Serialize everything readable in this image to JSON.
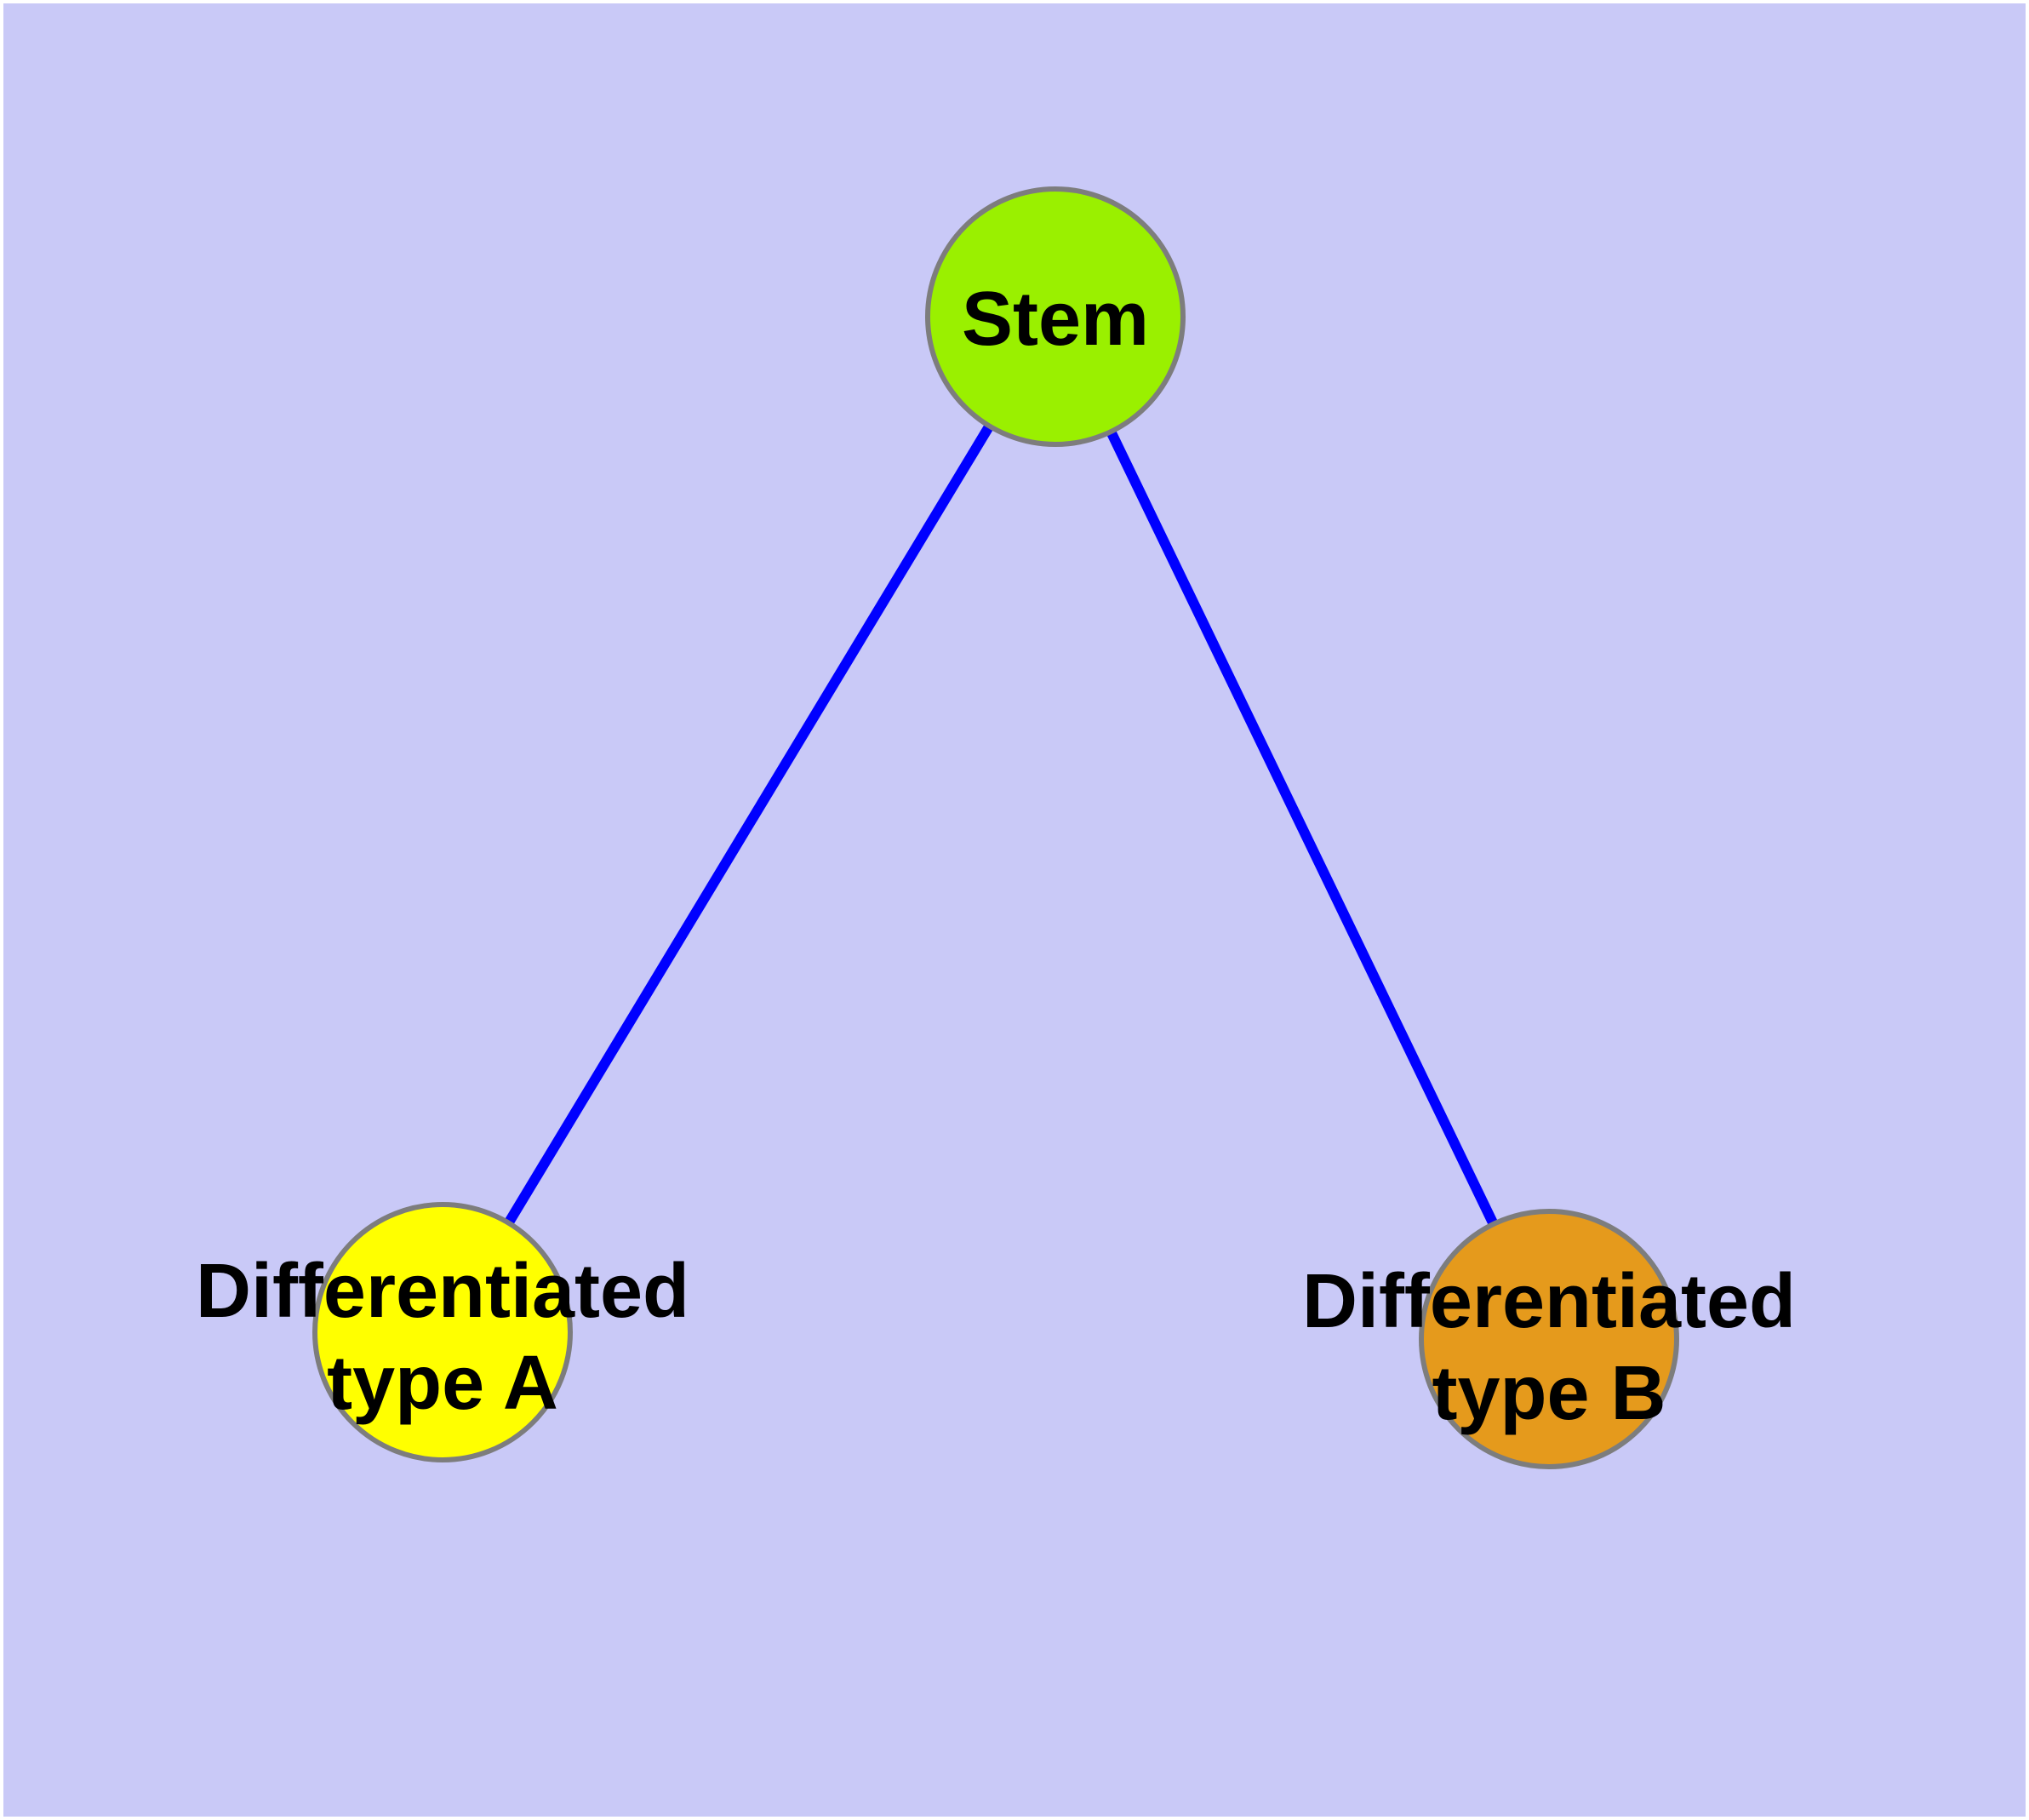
{
  "colors": {
    "page_frame": "#ffffff",
    "background": "#c9c9f7",
    "edge": "#0000ff",
    "node_border": "#7d7d7d",
    "label_text": "#000000"
  },
  "graph": {
    "nodes": [
      {
        "id": "stem",
        "label": "Stem",
        "lines": [
          "Stem"
        ],
        "fill": "#9af000"
      },
      {
        "id": "typeA",
        "label": "Differentiated type A",
        "lines": [
          "Differentiated",
          "type A"
        ],
        "fill": "#ffff00"
      },
      {
        "id": "typeB",
        "label": "Differentiated type B",
        "lines": [
          "Differentiated",
          "type B"
        ],
        "fill": "#e59a1c"
      }
    ],
    "edges": [
      {
        "from": "stem",
        "to": "typeA"
      },
      {
        "from": "stem",
        "to": "typeB"
      }
    ]
  }
}
